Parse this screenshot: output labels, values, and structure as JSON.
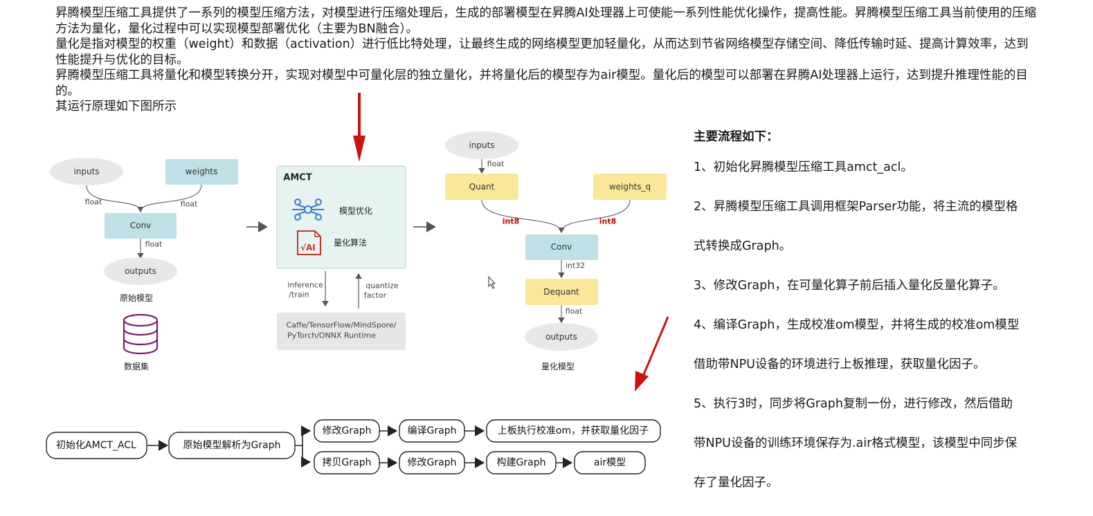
{
  "intro": {
    "lines": [
      "昇腾模型压缩工具提供了一系列的模型压缩方法，对模型进行压缩处理后，生成的部署模型在昇腾AI处理器上可使能一系列性能优化操作，提高性能。昇腾模型压缩工具当前使用的压缩方法为量化，量化过程中可以实现模型部署优化（主要为BN融合）。",
      "量化是指对模型的权重（weight）和数据（activation）进行低比特处理，让最终生成的网络模型更加轻量化，从而达到节省网络模型存储空间、降低传输时延、提高计算效率，达到性能提升与优化的目标。",
      "昇腾模型压缩工具将量化和模型转换分开，实现对模型中可量化层的独立量化，并将量化后的模型存为air模型。量化后的模型可以部署在昇腾AI处理器上运行，达到提升推理性能的目的。",
      "其运行原理如下图所示"
    ]
  },
  "original_model": {
    "inputs": "inputs",
    "weights": "weights",
    "float_in_left": "float",
    "float_in_right": "float",
    "conv": "Conv",
    "float_out": "float",
    "outputs": "outputs",
    "caption": "原始模型",
    "dataset_caption": "数据集"
  },
  "amct": {
    "title": "AMCT",
    "item1": "模型优化",
    "item2": "量化算法",
    "down_label_1": "inference",
    "down_label_2": "/train",
    "up_label_1": "quantize",
    "up_label_2": "factor",
    "runtime_1": "Caffe/TensorFlow/MindSpore/",
    "runtime_2": "PyTorch/ONNX Runtime"
  },
  "quant_model": {
    "inputs": "inputs",
    "float_in": "float",
    "quant": "Quant",
    "weights_q": "weights_q",
    "int8_left": "int8",
    "int8_right": "int8",
    "conv": "Conv",
    "int32": "int32",
    "dequant": "Dequant",
    "float_out": "float",
    "outputs": "outputs",
    "caption": "量化模型"
  },
  "flow": {
    "init": "初始化AMCT_ACL",
    "parse": "原始模型解析为Graph",
    "top": [
      "修改Graph",
      "编译Graph",
      "上板执行校准om，并获取量化因子"
    ],
    "bottom": [
      "拷贝Graph",
      "修改Graph",
      "构建Graph",
      "air模型"
    ]
  },
  "steps": {
    "heading": "主要流程如下：",
    "items": [
      "1、初始化昇腾模型压缩工具amct_acl。",
      "2、昇腾模型压缩工具调用框架Parser功能，将主流的模型格",
      "式转换成Graph。",
      "3、修改Graph，在可量化算子前后插入量化反量化算子。",
      "4、编译Graph，生成校准om模型，并将生成的校准om模型",
      "借助带NPU设备的环境进行上板推理，获取量化因子。",
      "5、执行3时，同步将Graph复制一份，进行修改，然后借助",
      "带NPU设备的训练环境保存为.air格式模型，该模型中同步保",
      "存了量化因子。"
    ]
  },
  "colors": {
    "ellipse": "#e8e8e8",
    "blue_box": "#bfe0e6",
    "yellow_box": "#fbe79a",
    "amct_bg": "#e6f3f0",
    "runtime_bg": "#e6e6e6",
    "annotation_red": "#cc1111",
    "icon_blue": "#3a7bd5",
    "icon_red": "#c0392b",
    "db_purple": "#7a1f6d"
  }
}
